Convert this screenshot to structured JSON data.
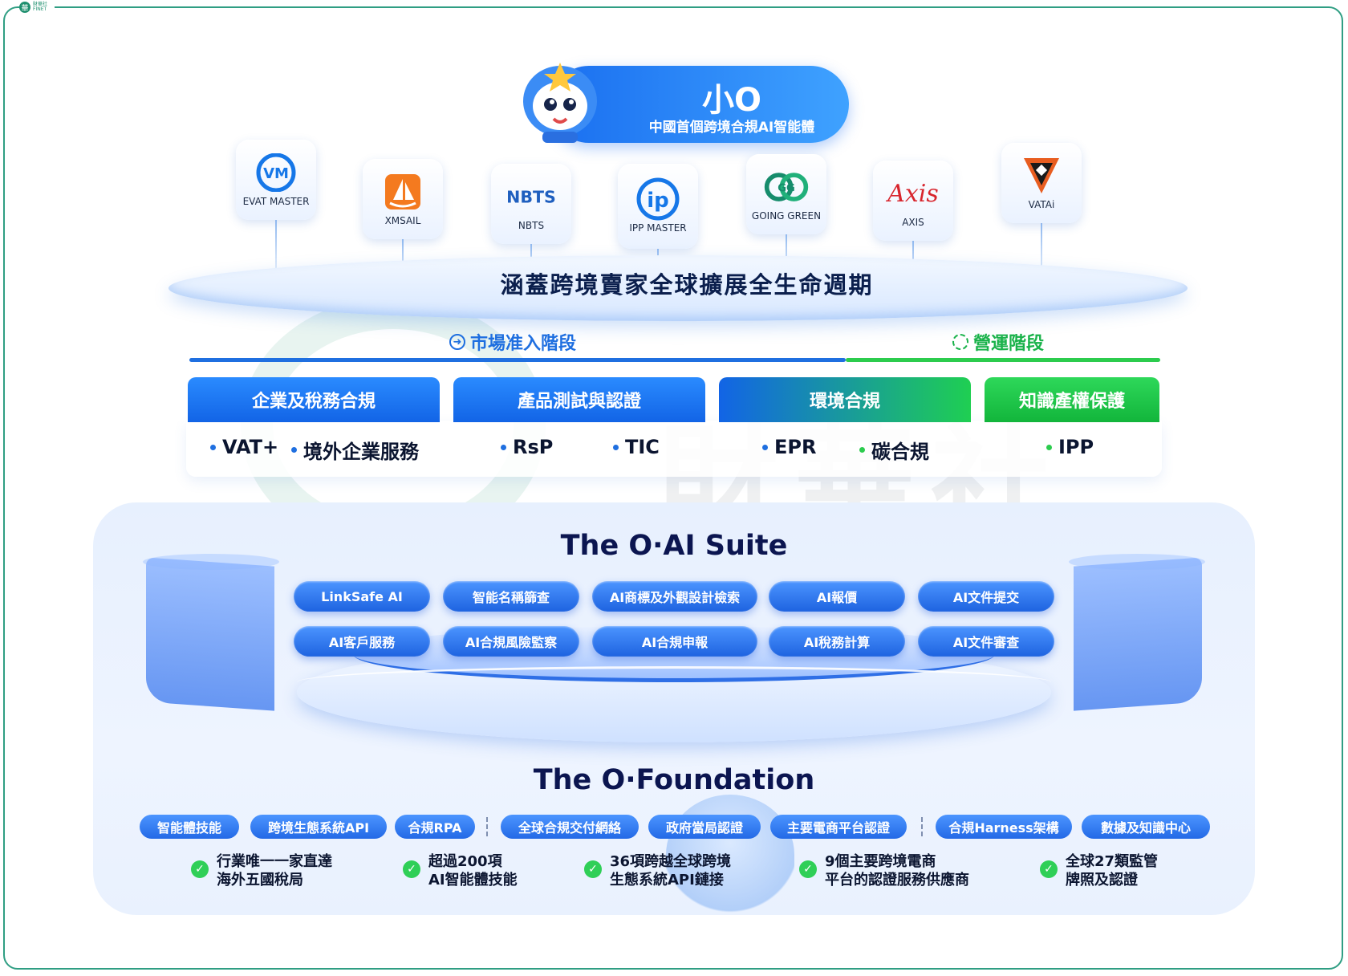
{
  "brand": {
    "corner_logo_text": "財華社\nFINET",
    "watermark_title": "財華社",
    "watermark_sub": "FINET"
  },
  "hero": {
    "title": "小O",
    "subtitle": "中國首個跨境合規AI智能體"
  },
  "tiles": [
    {
      "name": "EVAT MASTER",
      "icon": "vm-logo-icon"
    },
    {
      "name": "XMSAIL",
      "icon": "sail-logo-icon"
    },
    {
      "name": "NBTS",
      "icon": "nbts-logo-icon"
    },
    {
      "name": "IPP MASTER",
      "icon": "ip-logo-icon"
    },
    {
      "name": "GOING GREEN",
      "icon": "gg-logo-icon"
    },
    {
      "name": "AXIS",
      "icon": "axis-logo-icon",
      "logo_text": "Axis"
    },
    {
      "name": "VATAi",
      "icon": "vatai-logo-icon"
    }
  ],
  "tile_logo_texts": {
    "vm": "VM",
    "nbts": "NBTS",
    "ip": "ip",
    "gg": "GG"
  },
  "stage": {
    "title": "涵蓋跨境賣家全球擴展全生命週期"
  },
  "phases": {
    "market_entry": "市場准入階段",
    "operation": "營運階段"
  },
  "colors": {
    "blue": "#1f6fe0",
    "green": "#2ccc4e",
    "navy": "#0b1550"
  },
  "categories": [
    {
      "label": "企業及稅務合規"
    },
    {
      "label": "產品測試與認證"
    },
    {
      "label": "環境合規"
    },
    {
      "label": "知識產權保護"
    }
  ],
  "items": [
    "VAT+",
    "境外企業服務",
    "RsP",
    "TIC",
    "EPR",
    "碳合規",
    "IPP"
  ],
  "suite": {
    "title": "The O·AI Suite",
    "row1": [
      "LinkSafe AI",
      "智能名稱篩查",
      "AI商標及外觀設計檢索",
      "AI報價",
      "AI文件提交"
    ],
    "row2": [
      "AI客戶服務",
      "AI合規風險監察",
      "AI合規申報",
      "AI稅務計算",
      "AI文件審查"
    ]
  },
  "foundation": {
    "title": "The O·Foundation",
    "tags": [
      "智能體技能",
      "跨境生態系統API",
      "合規RPA",
      "全球合規交付網絡",
      "政府當局認證",
      "主要電商平台認證",
      "合規Harness架構",
      "數據及知識中心"
    ],
    "facts": [
      "行業唯一一家直達\n海外五國稅局",
      "超過200項\nAI智能體技能",
      "36項跨越全球跨境\n生態系統API鏈接",
      "9個主要跨境電商\n平台的認證服務供應商",
      "全球27類監管\n牌照及認證"
    ]
  }
}
